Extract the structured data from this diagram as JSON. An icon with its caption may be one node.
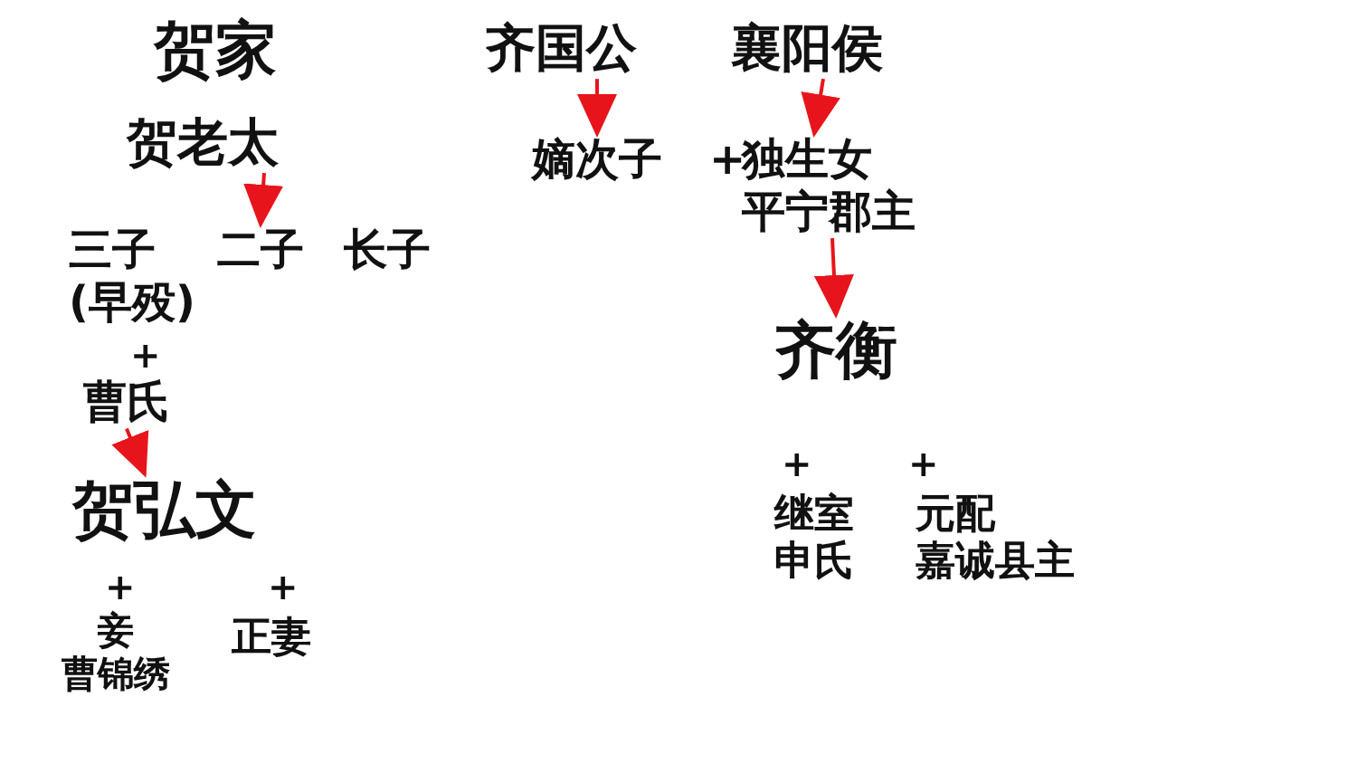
{
  "diagram": {
    "nodes": [
      {
        "text": [
          "贺老太"
        ]
      },
      {
        "text": [
          "三子 (早殁)"
        ]
      },
      {
        "text": [
          "二子"
        ]
      },
      {
        "text": [
          "长子"
        ]
      },
      {
        "text": [
          "曹氏"
        ]
      },
      {
        "text": [
          "贺弘文"
        ]
      },
      {
        "text": [
          "妾",
          "曹锦绣"
        ]
      },
      {
        "text": [
          "正妻"
        ]
      },
      {
        "text": [
          "齐国公"
        ]
      },
      {
        "text": [
          "嫡次子"
        ]
      },
      {
        "text": [
          "襄阳侯"
        ]
      },
      {
        "text": [
          "独生女",
          "平宁郡主"
        ]
      },
      {
        "text": [
          "齐衡"
        ]
      },
      {
        "text": [
          "继室",
          "申氏"
        ]
      },
      {
        "text": [
          "元配",
          "嘉诚县主"
        ]
      }
    ],
    "edges": [
      {
        "from": 0,
        "to": 2,
        "arrow": "to"
      },
      {
        "from": 4,
        "to": 5,
        "arrow": "to"
      },
      {
        "from": 8,
        "to": 9,
        "arrow": "to"
      },
      {
        "from": 10,
        "to": 11,
        "arrow": "to"
      },
      {
        "from": 11,
        "to": 12,
        "arrow": "to"
      }
    ],
    "labels": [
      "贺家",
      "+",
      "+",
      "+",
      "+",
      "+",
      "+"
    ]
  }
}
